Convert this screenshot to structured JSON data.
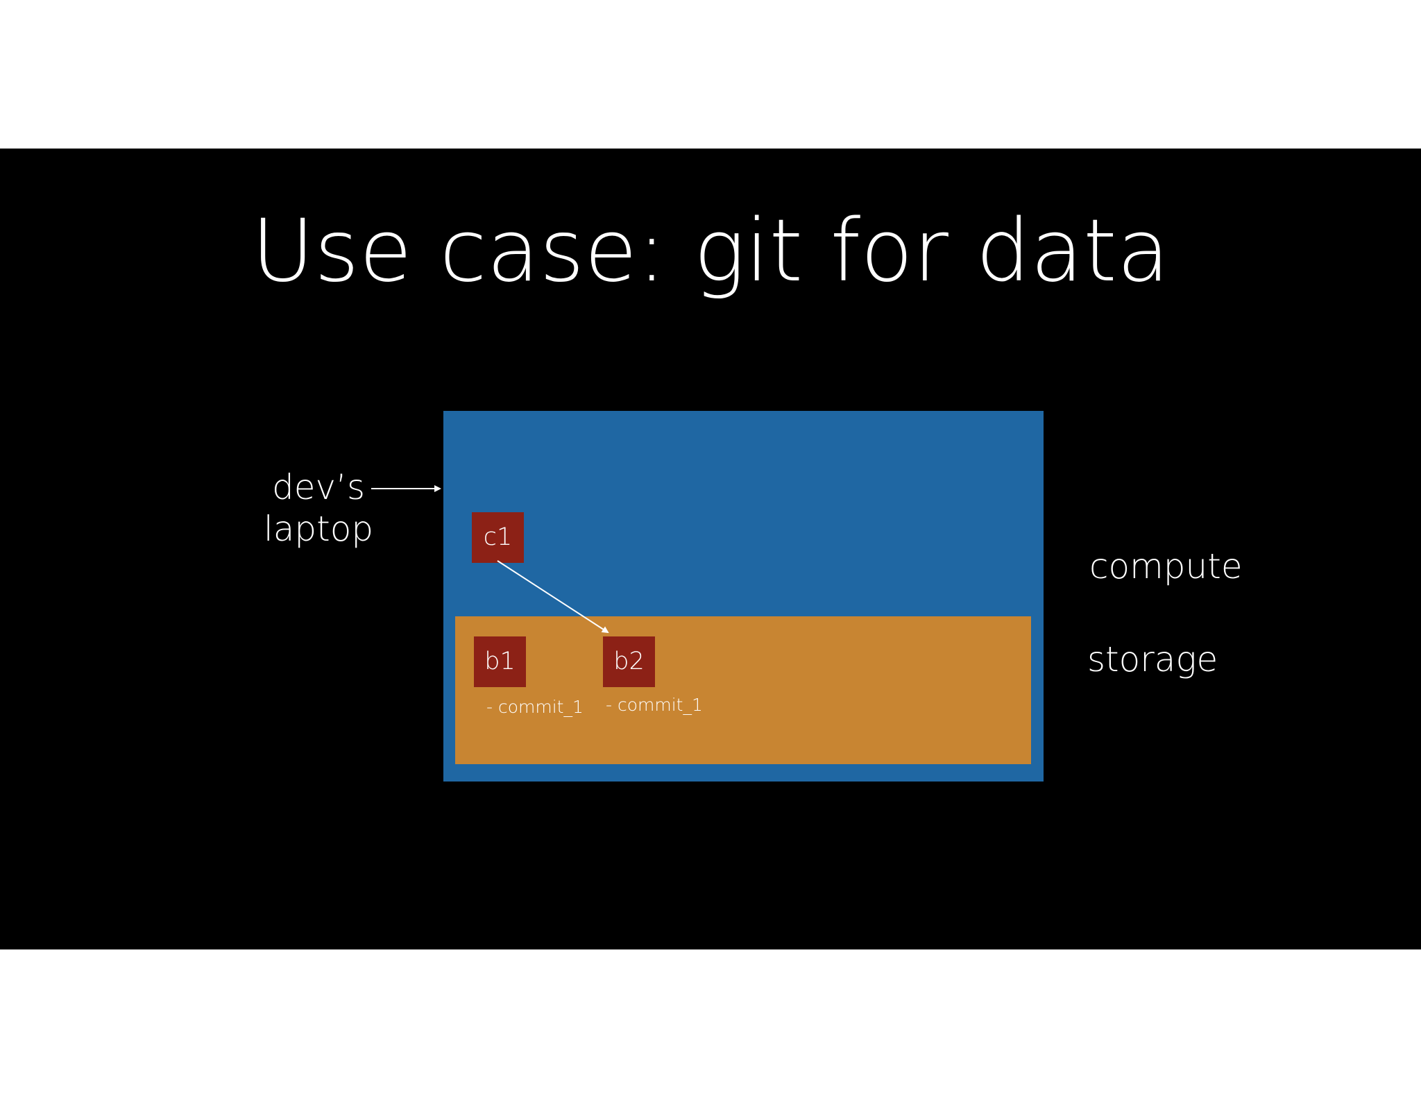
{
  "slide": {
    "title": "Use case: git for data"
  },
  "diagram": {
    "dev_label_line1": "dev’s",
    "dev_label_line2": "laptop",
    "compute_label": "compute",
    "storage_label": "storage",
    "nodes": {
      "c1": "c1",
      "b1": "b1",
      "b2": "b2"
    },
    "commits": {
      "b1": "- commit_1",
      "b2": "- commit_1"
    },
    "colors": {
      "compute": "#1f67a3",
      "storage": "#c88532",
      "node": "#8c2116",
      "background": "#000000"
    }
  }
}
